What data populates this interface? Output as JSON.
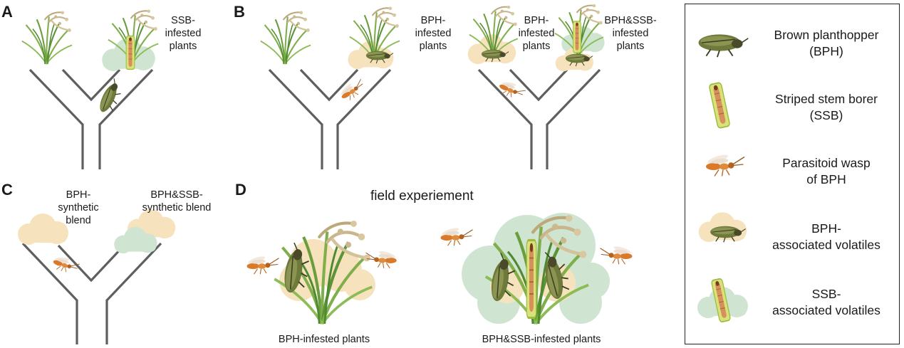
{
  "panels": {
    "A": {
      "letter": "A",
      "plant_label": "SSB-\ninfested\nplants"
    },
    "B": {
      "letter": "B",
      "left_plant_label": "BPH-\ninfested\nplants",
      "mid_label": "BPH-\ninfested\nplants",
      "right_label": "BPH&SSB-\ninfested\nplants"
    },
    "C": {
      "letter": "C",
      "left_label": "BPH-\nsynthetic\nblend",
      "right_label": "BPH&SSB-\nsynthetic blend"
    },
    "D": {
      "letter": "D",
      "title": "field experiement",
      "left_caption": "BPH-infested plants",
      "right_caption": "BPH&SSB-infested plants"
    }
  },
  "legend": {
    "items": [
      {
        "icon": "brown-planthopper-icon",
        "label": "Brown planthopper\n(BPH)"
      },
      {
        "icon": "striped-stem-borer-icon",
        "label": "Striped stem borer\n(SSB)"
      },
      {
        "icon": "parasitoid-wasp-icon",
        "label": "Parasitoid wasp\nof BPH"
      },
      {
        "icon": "bph-volatiles-icon",
        "label": "BPH-\nassociated volatiles"
      },
      {
        "icon": "ssb-volatiles-icon",
        "label": "SSB-\nassociated volatiles"
      }
    ]
  },
  "colors": {
    "tube": "#5f5f5f",
    "bph_cloud": "#f6e3bd",
    "ssb_cloud": "#cfe5d2",
    "grass": "#7fae4a",
    "grass_dark": "#4f8a32",
    "panicle": "#c9b68d",
    "bph_body": "#6e7a3c",
    "bph_dark": "#3a3f22",
    "wasp": "#d97a2a",
    "stem": "#d9e27a",
    "larva": "#d8905a",
    "text": "#1a1a1a"
  }
}
